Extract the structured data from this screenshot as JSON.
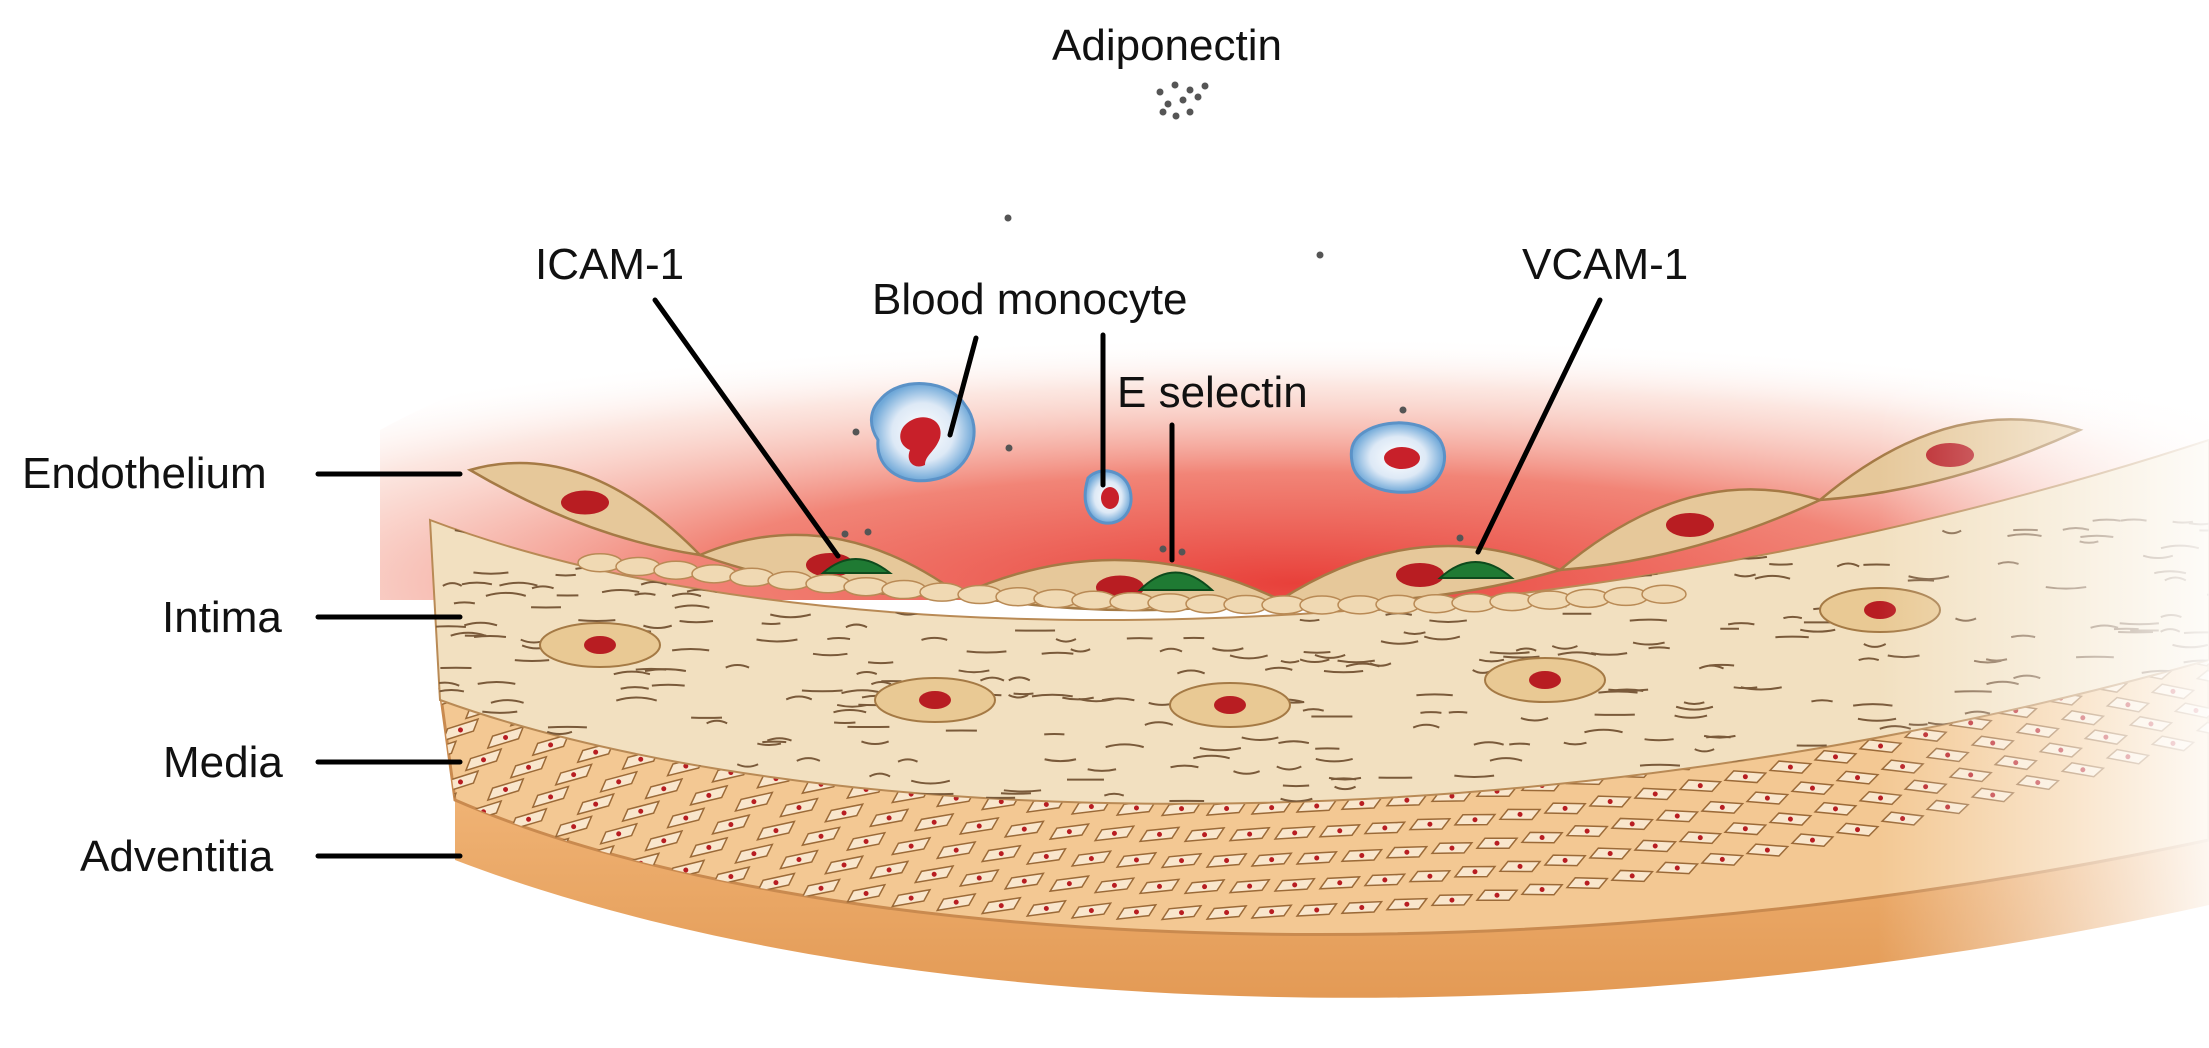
{
  "labels": {
    "adiponectin": "Adiponectin",
    "icam1": "ICAM-1",
    "blood_monocyte": "Blood monocyte",
    "e_selectin": "E selectin",
    "vcam1": "VCAM-1",
    "endothelium": "Endothelium",
    "intima": "Intima",
    "media": "Media",
    "adventitia": "Adventitia"
  },
  "colors": {
    "blood_glow": "#e8403a",
    "endothelial_cell": "#e6c89a",
    "intima": "#f1dfbe",
    "media": "#f2c48e",
    "adventitia": "#e9a565",
    "nucleus": "#b81d22",
    "adhesion_molecule": "#1f7a33",
    "monocyte_halo": "#6fa8d8"
  }
}
